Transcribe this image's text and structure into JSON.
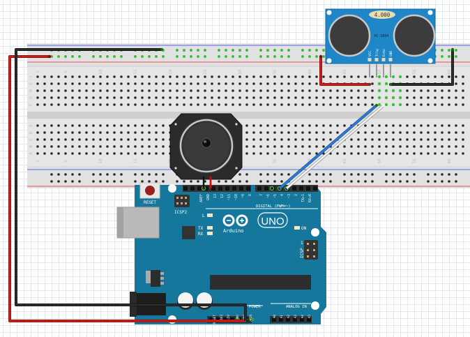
{
  "app": {
    "type": "breadboard-circuit-editor"
  },
  "breadboard": {
    "column_labels": [
      "1",
      "5",
      "10",
      "15",
      "20",
      "25",
      "30",
      "35",
      "40",
      "45",
      "50",
      "55",
      "60"
    ],
    "row_labels_top": [
      "J",
      "I",
      "H",
      "G",
      "F"
    ],
    "row_labels_bottom": [
      "E",
      "D",
      "C",
      "B",
      "A"
    ],
    "columns": 60
  },
  "sensor": {
    "model": "HC-SR04",
    "display": "4.000",
    "pins": [
      "VCC",
      "Trig",
      "Echo",
      "GND"
    ]
  },
  "speaker": {
    "name": "speaker"
  },
  "arduino": {
    "logo_text": "Arduino",
    "model": "UNO",
    "reset_label": "RESET",
    "icsp2_label": "ICSP2",
    "icsp_label": "ICSP",
    "icsp_pin1": "1",
    "led_l": "L",
    "led_tx": "TX",
    "led_rx": "RX",
    "led_on": "ON",
    "digital_label": "DIGITAL (PWM=~)",
    "digital_pins": [
      "AREF",
      "GND",
      "13",
      "12",
      "~11",
      "~10",
      "~9",
      "8",
      "7",
      "~6",
      "~5",
      "4",
      "~3",
      "2",
      "TX▸1",
      "RX◂0"
    ],
    "power_label": "POWER",
    "power_pins": [
      "IOREF",
      "RESET",
      "3V3",
      "5V",
      "GND",
      "GND",
      "VIN"
    ],
    "analog_label": "ANALOG IN",
    "analog_pins": [
      "A0",
      "A1",
      "A2",
      "A3",
      "A4",
      "A5"
    ]
  },
  "wires": [
    {
      "name": "5v-to-power-rail",
      "color": "#c81e1e"
    },
    {
      "name": "gnd-to-ground-rail",
      "color": "#222222"
    },
    {
      "name": "rail-to-vcc",
      "color": "#c81e1e"
    },
    {
      "name": "gnd-to-rail",
      "color": "#222222"
    },
    {
      "name": "trig-to-pin4",
      "color": "#2f7ad6"
    },
    {
      "name": "echo-to-pin3",
      "color": "#f2f2f2"
    },
    {
      "name": "speaker-gnd",
      "color": "#222222"
    },
    {
      "name": "speaker-pin13",
      "color": "#e60000"
    }
  ],
  "colors": {
    "board_blue": "#15779b",
    "breadboard": "#dcdcdc",
    "rail_red": "#e05050",
    "rail_blue": "#5060e0",
    "sensor_blue": "#1f86c8",
    "active_hole": "#3fbf3f"
  }
}
